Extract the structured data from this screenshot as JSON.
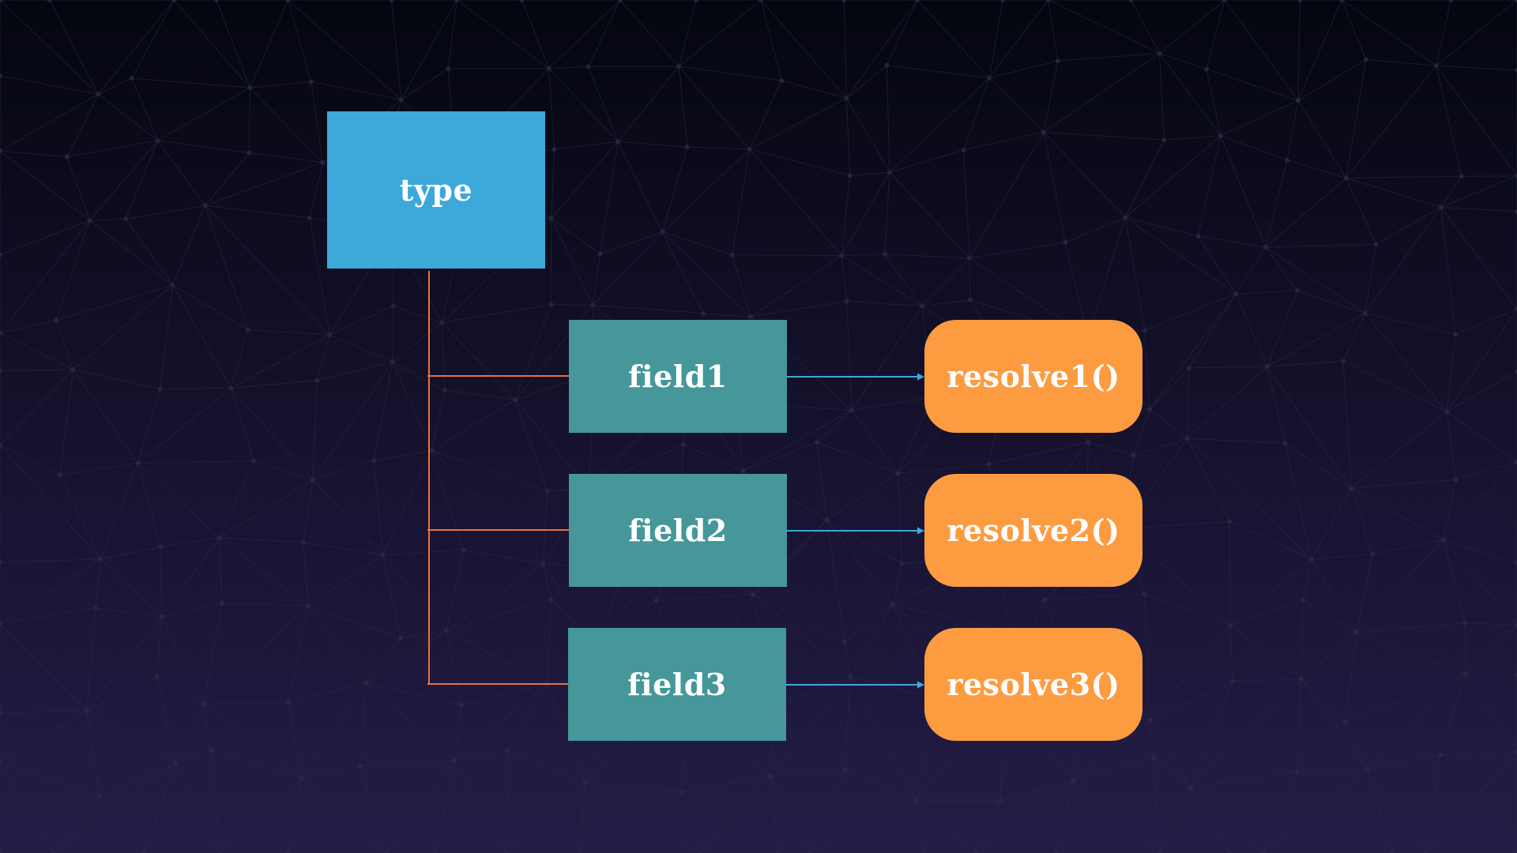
{
  "colors": {
    "type_fill": "#3da8da",
    "field_fill": "#45979a",
    "resolver_fill": "#fd9b41",
    "tree_connector": "#e8743a",
    "resolver_arrow": "#3da8da",
    "mesh_line": "#2b2a44",
    "mesh_dot": "#2e2b48"
  },
  "diagram": {
    "type_node": {
      "label": "type"
    },
    "fields": [
      {
        "label": "field1"
      },
      {
        "label": "field2"
      },
      {
        "label": "field3"
      }
    ],
    "resolvers": [
      {
        "label": "resolve1()"
      },
      {
        "label": "resolve2()"
      },
      {
        "label": "resolve3()"
      }
    ]
  }
}
